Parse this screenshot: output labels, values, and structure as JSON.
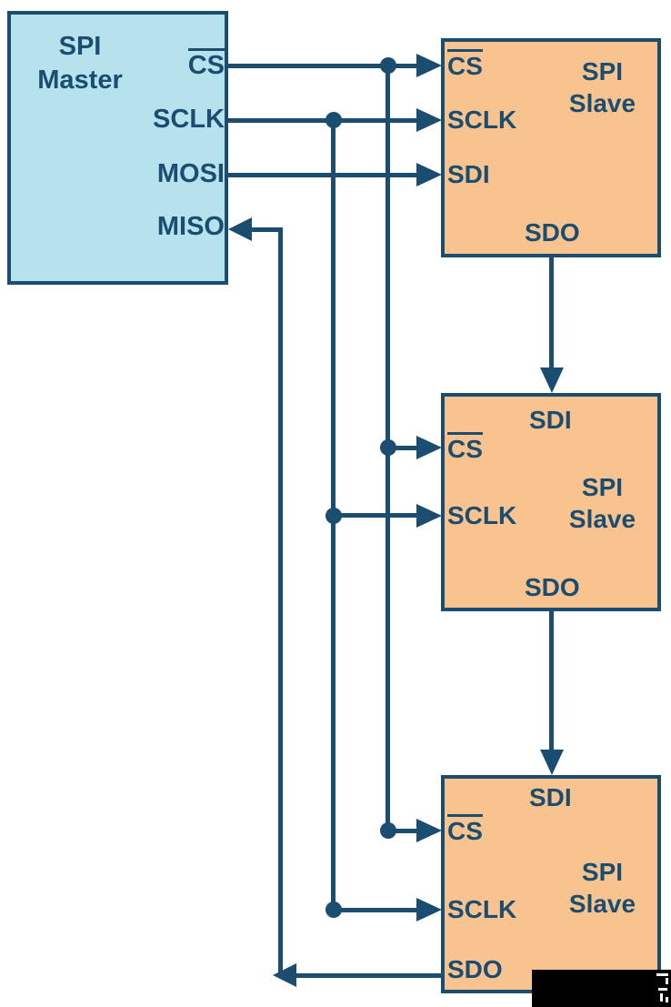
{
  "colors": {
    "line": "#1b4d70",
    "master_fill": "#b6e2ee",
    "slave_fill": "#f9c38f",
    "watermark_bg": "#000000"
  },
  "master": {
    "title": [
      "SPI",
      "Master"
    ],
    "pins": {
      "cs": "CS",
      "sclk": "SCLK",
      "mosi": "MOSI",
      "miso": "MISO"
    }
  },
  "slaves": [
    {
      "title": [
        "SPI",
        "Slave"
      ],
      "pins": {
        "cs": "CS",
        "sclk": "SCLK",
        "sdi": "SDI",
        "sdo": "SDO"
      }
    },
    {
      "title": [
        "SPI",
        "Slave"
      ],
      "pins": {
        "cs": "CS",
        "sclk": "SCLK",
        "sdi": "SDI",
        "sdo": "SDO"
      }
    },
    {
      "title": [
        "SPI",
        "Slave"
      ],
      "pins": {
        "cs": "CS",
        "sclk": "SCLK",
        "sdi": "SDI",
        "sdo": "SDO"
      }
    }
  ],
  "connections": [
    {
      "signal": "CS",
      "from": "SPI Master CS",
      "to": [
        "Slave 1 CS",
        "Slave 2 CS",
        "Slave 3 CS"
      ],
      "note": "shared chip-select bus with junction dots, active-low (overline)"
    },
    {
      "signal": "SCLK",
      "from": "SPI Master SCLK",
      "to": [
        "Slave 1 SCLK",
        "Slave 2 SCLK",
        "Slave 3 SCLK"
      ],
      "note": "shared clock bus with junction dots"
    },
    {
      "signal": "MOSI",
      "from": "SPI Master MOSI",
      "to": [
        "Slave 1 SDI"
      ]
    },
    {
      "signal": "daisy-chain",
      "from": "Slave 1 SDO",
      "to": [
        "Slave 2 SDI"
      ]
    },
    {
      "signal": "daisy-chain",
      "from": "Slave 2 SDO",
      "to": [
        "Slave 3 SDI"
      ]
    },
    {
      "signal": "MISO return",
      "from": "Slave 3 SDO",
      "to": [
        "SPI Master MISO"
      ]
    }
  ]
}
